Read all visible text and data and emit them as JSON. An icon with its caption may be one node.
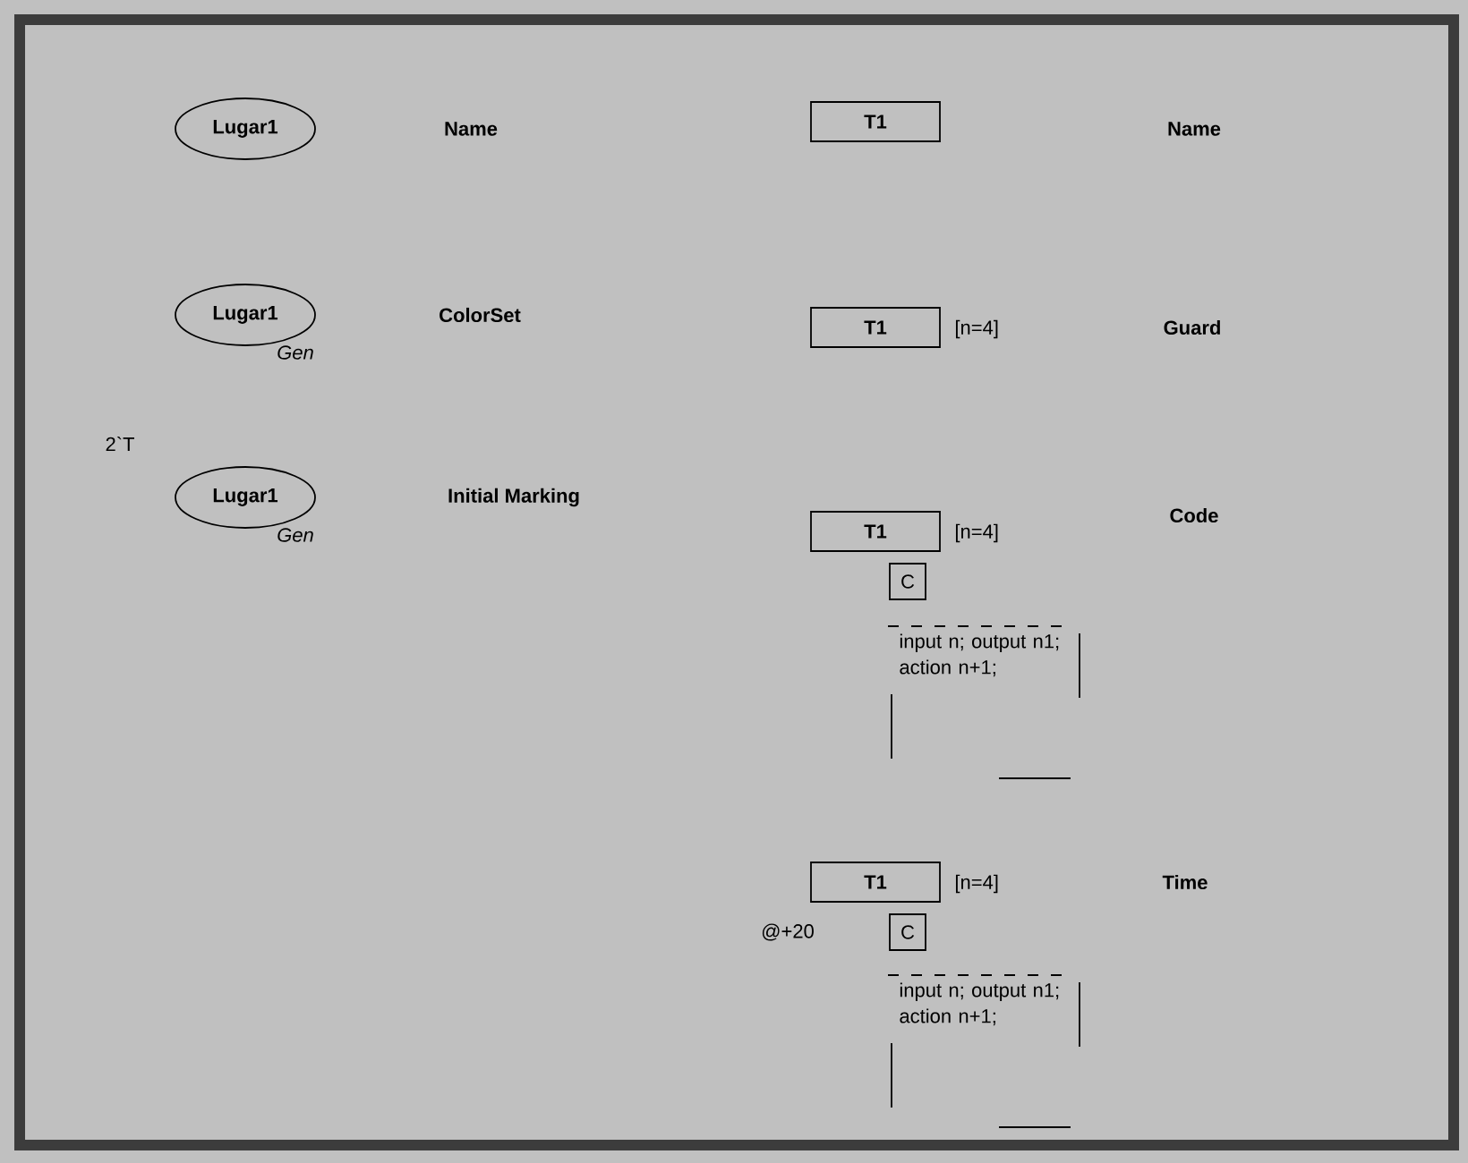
{
  "diagram": {
    "nodes": [
      {
        "text": [
          "Lugar1"
        ]
      },
      {
        "text": [
          "T1"
        ]
      },
      {
        "text": [
          "Lugar1"
        ],
        "beside": [
          "Gen"
        ]
      },
      {
        "text": [
          "T1"
        ],
        "beside": [
          "[n=4]"
        ]
      },
      {
        "text": [
          "Lugar1"
        ],
        "beside": [
          "2`T",
          "Gen"
        ]
      },
      {
        "text": [
          "T1"
        ],
        "beside": [
          "[n=4]"
        ]
      },
      {
        "text": [
          "C"
        ]
      },
      {
        "text": [
          "input n; output n1; action n+1;"
        ]
      },
      {
        "text": [
          "T1"
        ],
        "beside": [
          "[n=4]"
        ]
      },
      {
        "text": [
          "C"
        ]
      },
      {
        "text": [
          "input n; output n1; action n+1;"
        ]
      }
    ],
    "edges": [],
    "labels": [
      "Name",
      "Name",
      "ColorSet",
      "Guard",
      "Initial Marking",
      "Code",
      "Time",
      "@+20"
    ]
  }
}
